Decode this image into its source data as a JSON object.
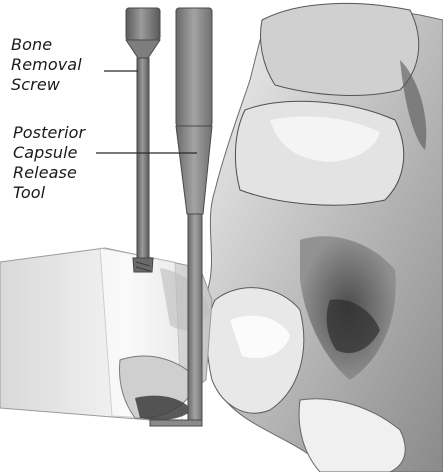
{
  "figure": {
    "callouts": [
      {
        "id": "bone-removal-screw",
        "lines": [
          "Bone",
          "Removal",
          "Screw"
        ]
      },
      {
        "id": "posterior-capsule-release-tool",
        "lines": [
          "Posterior",
          "Capsule",
          "Release",
          "Tool"
        ]
      }
    ],
    "colors": {
      "background": "#ffffff",
      "instrument_dark": "#6f6f6f",
      "instrument_mid": "#8e8e8e",
      "bone_light": "#e2e2e2",
      "bone_shadow": "#4a4a4a",
      "label_text": "#1a1a1a"
    }
  }
}
